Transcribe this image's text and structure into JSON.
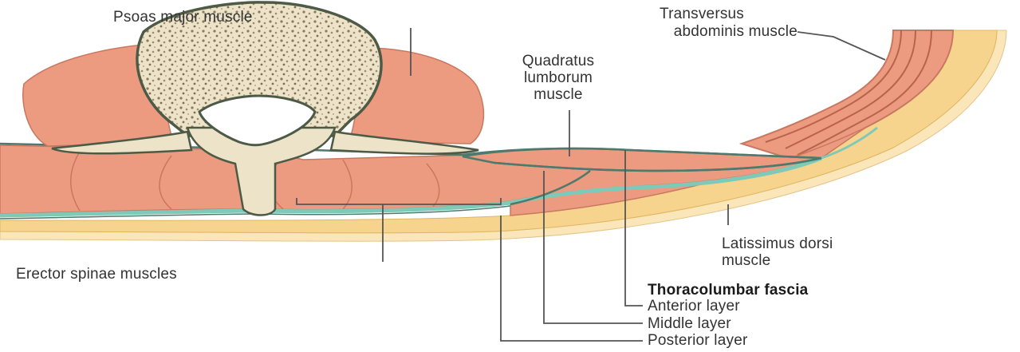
{
  "labels": {
    "psoas": "Psoas major muscle",
    "transversus_1": "Transversus",
    "transversus_2": "abdominis muscle",
    "quadratus_1": "Quadratus",
    "quadratus_2": "lumborum",
    "quadratus_3": "muscle",
    "latissimus_1": "Latissimus dorsi",
    "latissimus_2": "muscle",
    "erector": "Erector spinae muscles",
    "fascia_title": "Thoracolumbar fascia",
    "anterior": "Anterior layer",
    "middle": "Middle layer",
    "posterior": "Posterior layer"
  },
  "colors": {
    "muscle": "#ec9a80",
    "muscle_edge": "#c97860",
    "bone": "#ece3c9",
    "bone_edge": "#4d5a46",
    "fascia": "#7fc9b9",
    "fat": "#f7d48d",
    "skin": "#fbe6b9",
    "leader": "#555555"
  }
}
